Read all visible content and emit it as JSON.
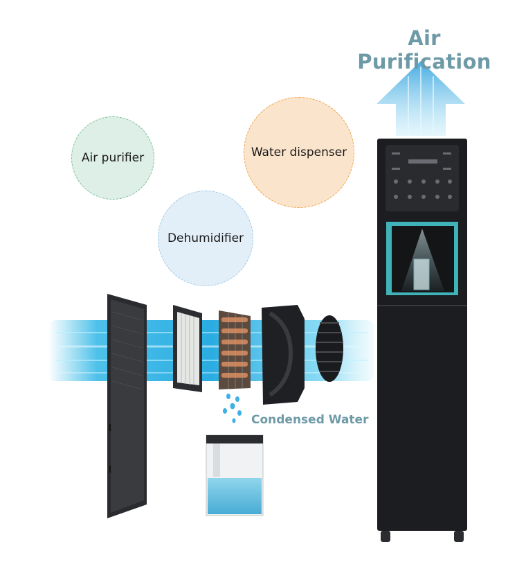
{
  "title": "Air Purification",
  "bubbles": {
    "air_purifier": "Air purifier",
    "water_dispenser": "Water dispenser",
    "dehumidifier": "Dehumidifier"
  },
  "condensed_label": "Condensed Water",
  "colors": {
    "title_text": "#6d9aa6",
    "air_purifier_fill": "#ddefe6",
    "air_purifier_border": "#7cbf9b",
    "water_dispenser_fill": "#fbe4cc",
    "water_dispenser_border": "#f0a24a",
    "dehumidifier_fill": "#e2eff8",
    "dehumidifier_border": "#9cc8e6",
    "airflow": "#2fb6e6",
    "cabinet": "#1c1d20",
    "dispenser_accent": "#3fb3b8"
  },
  "icons": {
    "arrow": "up-arrow-icon",
    "drops": "water-drops-icon"
  }
}
